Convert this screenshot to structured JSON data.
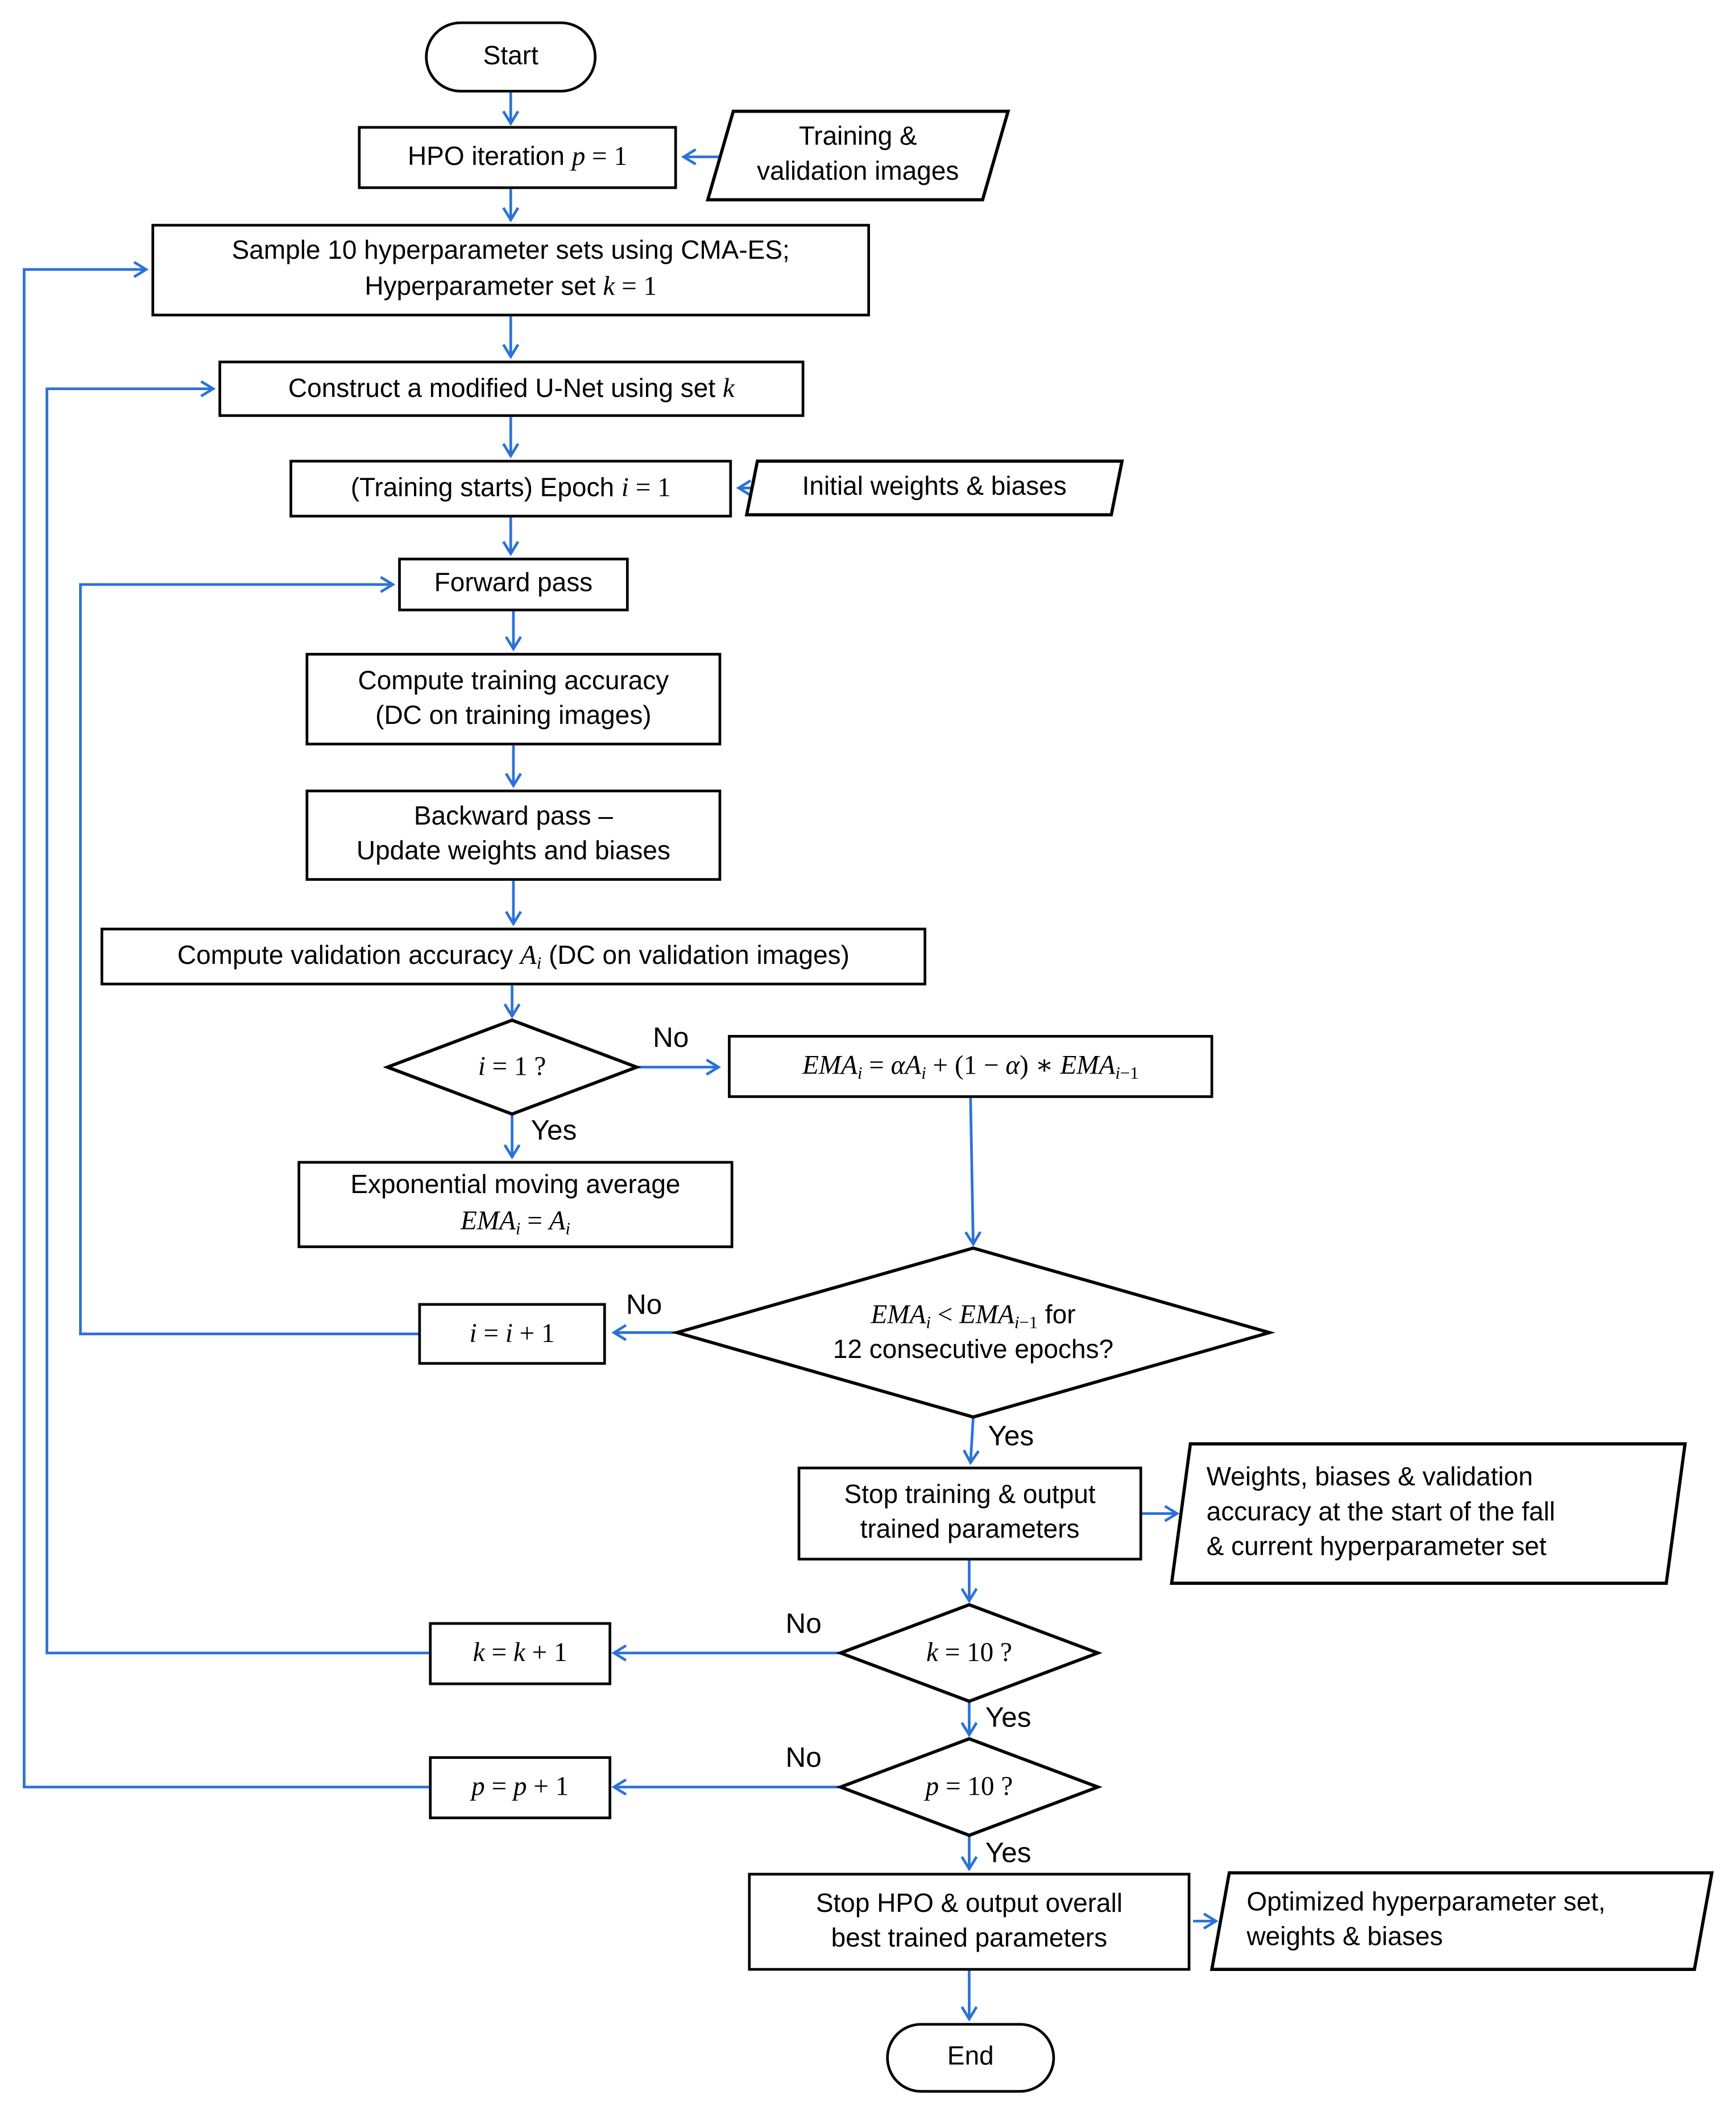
{
  "colors": {
    "arrow": "#2b72d7",
    "border": "#000000",
    "background": "#ffffff",
    "text": "#000000"
  },
  "nodes": {
    "start": {
      "shape": "terminator",
      "lines": [
        [
          {
            "s": "t",
            "v": "Start"
          }
        ]
      ]
    },
    "hpo_iteration": {
      "shape": "process",
      "lines": [
        [
          {
            "s": "t",
            "v": "HPO iteration "
          },
          {
            "s": "v",
            "v": "p"
          },
          {
            "s": "n",
            "v": " = 1"
          }
        ]
      ]
    },
    "training_validation_images": {
      "shape": "data",
      "lines": [
        [
          {
            "s": "t",
            "v": "Training &"
          }
        ],
        [
          {
            "s": "t",
            "v": "validation images"
          }
        ]
      ]
    },
    "sample_hyperparameters": {
      "shape": "process",
      "lines": [
        [
          {
            "s": "t",
            "v": "Sample 10 hyperparameter sets using CMA-ES;"
          }
        ],
        [
          {
            "s": "t",
            "v": "Hyperparameter set "
          },
          {
            "s": "v",
            "v": "k"
          },
          {
            "s": "n",
            "v": " = 1"
          }
        ]
      ]
    },
    "construct_unet": {
      "shape": "process",
      "lines": [
        [
          {
            "s": "t",
            "v": "Construct a modified U-Net using set "
          },
          {
            "s": "v",
            "v": "k"
          }
        ]
      ]
    },
    "training_starts": {
      "shape": "process",
      "lines": [
        [
          {
            "s": "t",
            "v": "(Training starts) Epoch "
          },
          {
            "s": "v",
            "v": "i"
          },
          {
            "s": "n",
            "v": " = 1"
          }
        ]
      ]
    },
    "initial_weights": {
      "shape": "data",
      "lines": [
        [
          {
            "s": "t",
            "v": "Initial weights & biases"
          }
        ]
      ]
    },
    "forward_pass": {
      "shape": "process",
      "lines": [
        [
          {
            "s": "t",
            "v": "Forward pass"
          }
        ]
      ]
    },
    "training_accuracy": {
      "shape": "process",
      "lines": [
        [
          {
            "s": "t",
            "v": "Compute training accuracy"
          }
        ],
        [
          {
            "s": "t",
            "v": "(DC on training images)"
          }
        ]
      ]
    },
    "backward_pass": {
      "shape": "process",
      "lines": [
        [
          {
            "s": "t",
            "v": "Backward pass –"
          }
        ],
        [
          {
            "s": "t",
            "v": "Update weights and biases"
          }
        ]
      ]
    },
    "validation_accuracy": {
      "shape": "process",
      "lines": [
        [
          {
            "s": "t",
            "v": "Compute validation accuracy "
          },
          {
            "s": "v",
            "v": "A"
          },
          {
            "s": "vs",
            "v": "i"
          },
          {
            "s": "t",
            "v": " (DC on validation images)"
          }
        ]
      ]
    },
    "is_first_epoch": {
      "shape": "decision",
      "lines": [
        [
          {
            "s": "v",
            "v": "i"
          },
          {
            "s": "n",
            "v": " = 1 ?"
          }
        ]
      ]
    },
    "ema_update": {
      "shape": "process",
      "lines": [
        [
          {
            "s": "v",
            "v": "EMA"
          },
          {
            "s": "vs",
            "v": "i"
          },
          {
            "s": "n",
            "v": " = "
          },
          {
            "s": "v",
            "v": "αA"
          },
          {
            "s": "vs",
            "v": "i"
          },
          {
            "s": "n",
            "v": " + (1 − "
          },
          {
            "s": "v",
            "v": "α"
          },
          {
            "s": "n",
            "v": ") ∗ "
          },
          {
            "s": "v",
            "v": "EMA"
          },
          {
            "s": "vs",
            "v": "i"
          },
          {
            "s": "ns",
            "v": "−1"
          }
        ]
      ]
    },
    "ema_init": {
      "shape": "process",
      "lines": [
        [
          {
            "s": "t",
            "v": "Exponential moving average"
          }
        ],
        [
          {
            "s": "v",
            "v": "EMA"
          },
          {
            "s": "vs",
            "v": "i"
          },
          {
            "s": "n",
            "v": " = "
          },
          {
            "s": "v",
            "v": "A"
          },
          {
            "s": "vs",
            "v": "i"
          }
        ]
      ]
    },
    "increment_epoch": {
      "shape": "process",
      "lines": [
        [
          {
            "s": "v",
            "v": "i"
          },
          {
            "s": "n",
            "v": " = "
          },
          {
            "s": "v",
            "v": "i"
          },
          {
            "s": "n",
            "v": " + 1"
          }
        ]
      ]
    },
    "ema_falling": {
      "shape": "decision",
      "lines": [
        [
          {
            "s": "v",
            "v": "EMA"
          },
          {
            "s": "vs",
            "v": "i"
          },
          {
            "s": "n",
            "v": " < "
          },
          {
            "s": "v",
            "v": "EMA"
          },
          {
            "s": "vs",
            "v": "i"
          },
          {
            "s": "ns",
            "v": "−1"
          },
          {
            "s": "t",
            "v": " for"
          }
        ],
        [
          {
            "s": "t",
            "v": "12 consecutive epochs?"
          }
        ]
      ]
    },
    "stop_training": {
      "shape": "process",
      "lines": [
        [
          {
            "s": "t",
            "v": "Stop training & output"
          }
        ],
        [
          {
            "s": "t",
            "v": "trained parameters"
          }
        ]
      ]
    },
    "training_outputs": {
      "shape": "data",
      "lines": [
        [
          {
            "s": "t",
            "v": "Weights, biases & validation"
          }
        ],
        [
          {
            "s": "t",
            "v": "accuracy at the start of the fall"
          }
        ],
        [
          {
            "s": "t",
            "v": "& current hyperparameter set"
          }
        ]
      ]
    },
    "increment_k": {
      "shape": "process",
      "lines": [
        [
          {
            "s": "v",
            "v": "k"
          },
          {
            "s": "n",
            "v": " = "
          },
          {
            "s": "v",
            "v": "k"
          },
          {
            "s": "n",
            "v": " + 1"
          }
        ]
      ]
    },
    "is_k_10": {
      "shape": "decision",
      "lines": [
        [
          {
            "s": "v",
            "v": "k"
          },
          {
            "s": "n",
            "v": " = 10 ?"
          }
        ]
      ]
    },
    "increment_p": {
      "shape": "process",
      "lines": [
        [
          {
            "s": "v",
            "v": "p"
          },
          {
            "s": "n",
            "v": " = "
          },
          {
            "s": "v",
            "v": "p"
          },
          {
            "s": "n",
            "v": " + 1"
          }
        ]
      ]
    },
    "is_p_10": {
      "shape": "decision",
      "lines": [
        [
          {
            "s": "v",
            "v": "p"
          },
          {
            "s": "n",
            "v": " = 10 ?"
          }
        ]
      ]
    },
    "stop_hpo": {
      "shape": "process",
      "lines": [
        [
          {
            "s": "t",
            "v": "Stop HPO & output overall"
          }
        ],
        [
          {
            "s": "t",
            "v": "best trained parameters"
          }
        ]
      ]
    },
    "hpo_outputs": {
      "shape": "data",
      "lines": [
        [
          {
            "s": "t",
            "v": "Optimized hyperparameter set,"
          }
        ],
        [
          {
            "s": "t",
            "v": "weights & biases"
          }
        ]
      ]
    },
    "end": {
      "shape": "terminator",
      "lines": [
        [
          {
            "s": "t",
            "v": "End"
          }
        ]
      ]
    }
  },
  "edge_labels": {
    "is_first_epoch_no": "No",
    "is_first_epoch_yes": "Yes",
    "ema_falling_no": "No",
    "ema_falling_yes": "Yes",
    "is_k_10_no": "No",
    "is_k_10_yes": "Yes",
    "is_p_10_no": "No",
    "is_p_10_yes": "Yes"
  }
}
